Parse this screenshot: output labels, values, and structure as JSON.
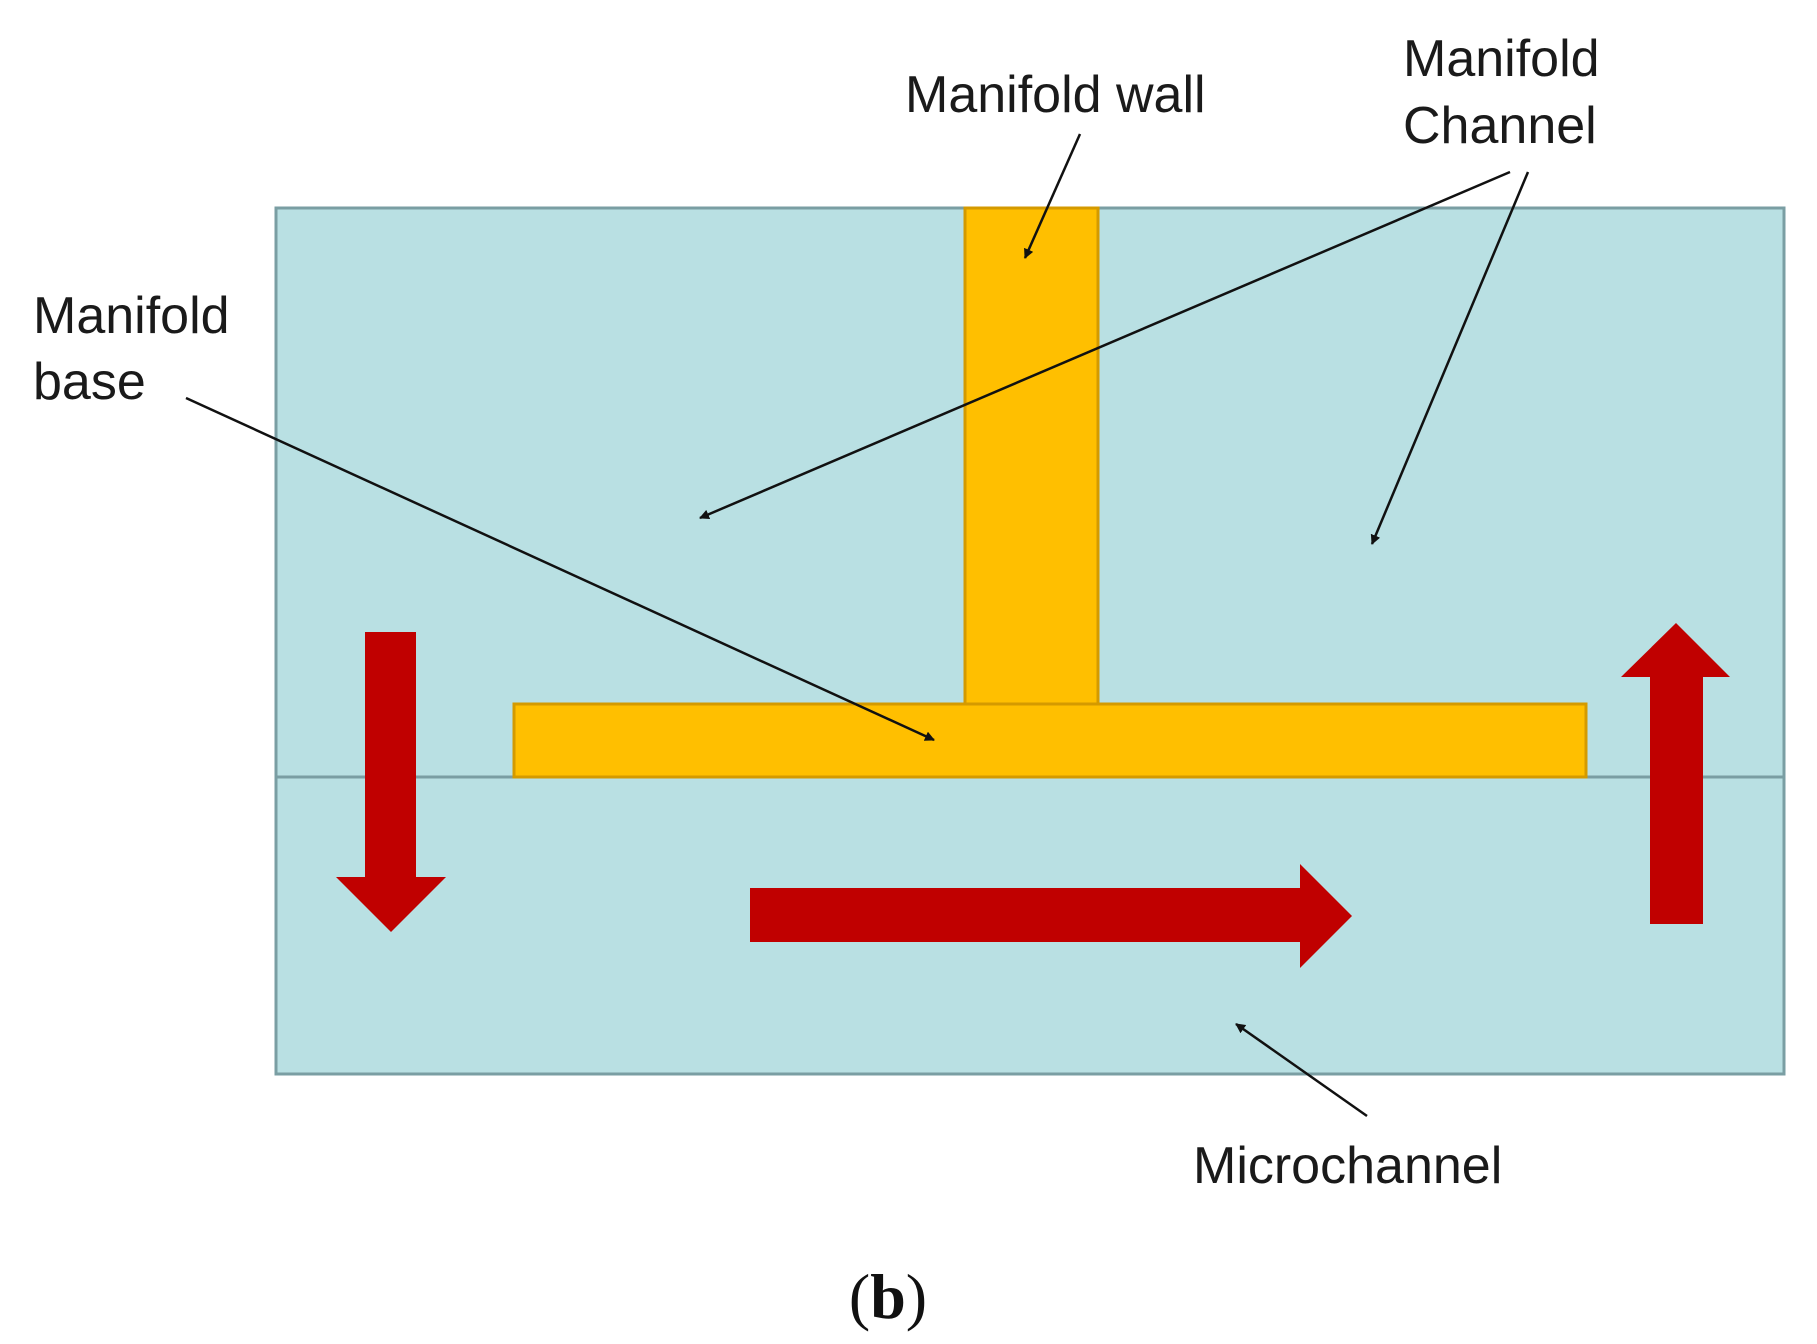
{
  "labels": {
    "manifold_wall": "Manifold wall",
    "manifold_channel_line1": "Manifold",
    "manifold_channel_line2": "Channel",
    "manifold_base_line1": "Manifold",
    "manifold_base_line2": "base",
    "microchannel": "Microchannel"
  },
  "caption": {
    "open": "(",
    "letter": "b",
    "close": ")"
  },
  "colors": {
    "channel_fill": "#b9e0e3",
    "channel_border": "#7a9ea3",
    "manifold_fill": "#ffbf00",
    "manifold_border": "#d49a00",
    "flow_arrow": "#c00000",
    "leader_line": "#111111"
  }
}
